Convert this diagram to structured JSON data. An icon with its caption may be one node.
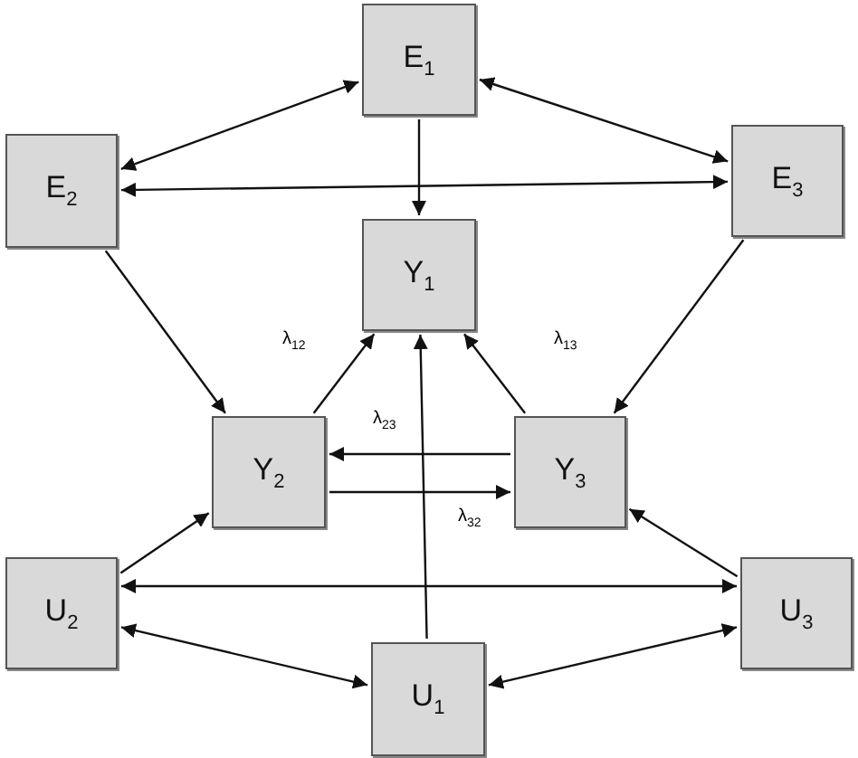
{
  "diagram": {
    "nodes": [
      {
        "text": [
          "E$_{1}$"
        ]
      },
      {
        "text": [
          "E$_{2}$"
        ]
      },
      {
        "text": [
          "E$_{3}$"
        ]
      },
      {
        "text": [
          "Y$_{1}$"
        ]
      },
      {
        "text": [
          "Y$_{2}$"
        ]
      },
      {
        "text": [
          "Y$_{3}$"
        ]
      },
      {
        "text": [
          "U$_{2}$"
        ]
      },
      {
        "text": [
          "U$_{3}$"
        ]
      },
      {
        "text": [
          "U$_{1}$"
        ]
      }
    ],
    "edges": [
      {
        "from": 0,
        "to": 1,
        "arrow": "both"
      },
      {
        "from": 0,
        "to": 2,
        "arrow": "both"
      },
      {
        "from": 1,
        "to": 2,
        "arrow": "both"
      },
      {
        "from": 0,
        "to": 3,
        "arrow": "to"
      },
      {
        "from": 1,
        "to": 4,
        "arrow": "to"
      },
      {
        "from": 2,
        "to": 5,
        "arrow": "to"
      },
      {
        "from": 4,
        "to": 3,
        "arrow": "to",
        "label": "λ$_{12}$"
      },
      {
        "from": 5,
        "to": 3,
        "arrow": "to",
        "label": "λ$_{13}$"
      },
      {
        "from": 5,
        "to": 4,
        "arrow": "to",
        "label": "λ$_{23}$"
      },
      {
        "from": 4,
        "to": 5,
        "arrow": "to",
        "label": "λ$_{32}$"
      },
      {
        "from": 8,
        "to": 3,
        "arrow": "to"
      },
      {
        "from": 6,
        "to": 4,
        "arrow": "to"
      },
      {
        "from": 7,
        "to": 5,
        "arrow": "to"
      },
      {
        "from": 6,
        "to": 7,
        "arrow": "both"
      },
      {
        "from": 6,
        "to": 8,
        "arrow": "both"
      },
      {
        "from": 8,
        "to": 7,
        "arrow": "both"
      }
    ]
  }
}
